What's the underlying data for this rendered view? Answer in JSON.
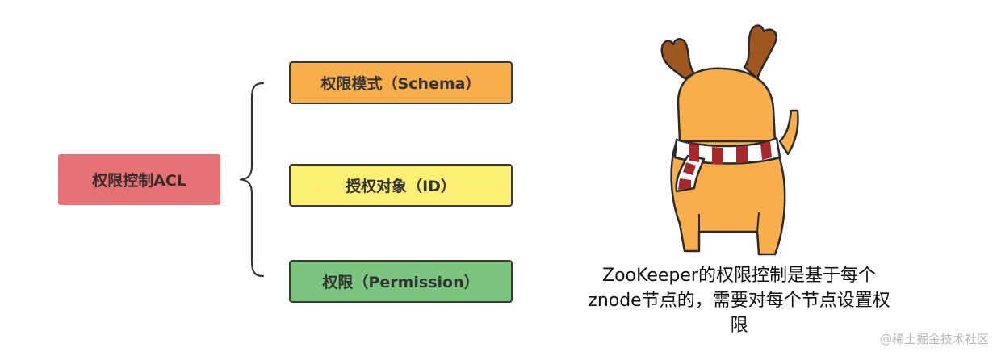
{
  "diagram": {
    "root": {
      "label": "权限控制ACL",
      "color": "#E67275"
    },
    "children": [
      {
        "label": "权限模式（Schema）",
        "color": "#F7AE4B"
      },
      {
        "label": "授权对象（ID）",
        "color": "#FBF074"
      },
      {
        "label": "权限（Permission）",
        "color": "#7CC57E"
      }
    ]
  },
  "caption": "ZooKeeper的权限控制是基于每个znode节点的，需要对每个节点设置权限",
  "watermark": "@稀土掘金技术社区",
  "mascot": {
    "icon": "reindeer-mascot-icon"
  }
}
